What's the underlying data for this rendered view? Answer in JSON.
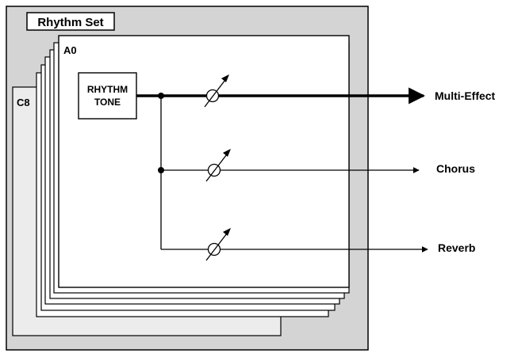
{
  "diagram": {
    "title": "Rhythm Set",
    "layer_front_label": "A0",
    "layer_back_label": "C8",
    "source": {
      "line1": "RHYTHM",
      "line2": "TONE"
    },
    "outputs": [
      {
        "label": "Multi-Effect"
      },
      {
        "label": "Chorus"
      },
      {
        "label": "Reverb"
      }
    ],
    "colors": {
      "frame_fill": "#d4d4d4",
      "back_layer_fill": "#ececec",
      "layer_fill": "#ffffff",
      "line": "#000000"
    },
    "icons": {
      "level_control": "variable-level-knob-icon",
      "output_arrow": "arrow-right-icon",
      "junction": "junction-dot-icon"
    }
  }
}
